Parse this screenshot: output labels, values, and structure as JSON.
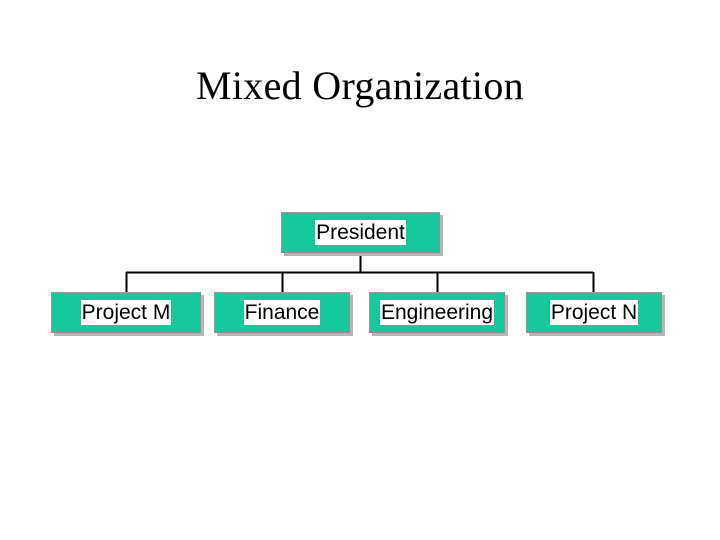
{
  "slide": {
    "title": "Mixed Organization",
    "background_color": "#ffffff"
  },
  "org_chart": {
    "node_fill_color": "#16c99a",
    "node_border_color": "#9a9a9a",
    "node_shadow_color": "#b4b4b4",
    "label_background_color": "#ffffff",
    "label_text_color": "#000000",
    "connector_color": "#000000",
    "root": {
      "label": "President"
    },
    "children": [
      {
        "label": "Project M"
      },
      {
        "label": "Finance"
      },
      {
        "label": "Engineering"
      },
      {
        "label": "Project N"
      }
    ]
  }
}
